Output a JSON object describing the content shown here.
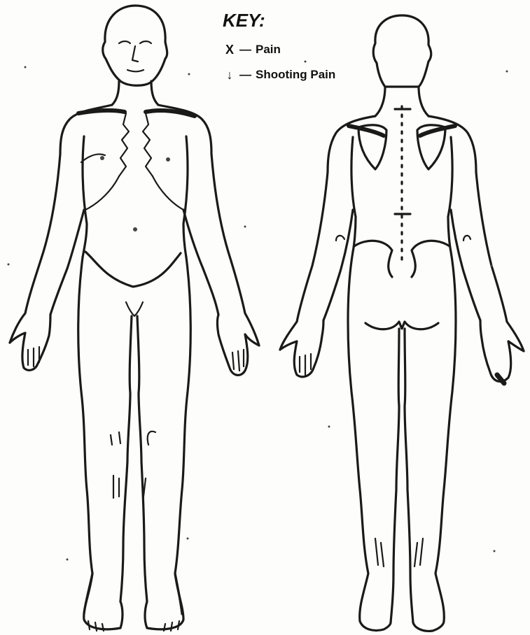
{
  "key": {
    "title": "KEY:",
    "items": [
      {
        "symbol": "X",
        "separator": "—",
        "label": "Pain",
        "icon": "x-mark-icon"
      },
      {
        "symbol": "↓",
        "separator": "—",
        "label": "Shooting Pain",
        "icon": "down-arrow-icon"
      }
    ]
  },
  "figures": [
    {
      "view": "front",
      "icon": "body-front-icon"
    },
    {
      "view": "back",
      "icon": "body-back-icon"
    }
  ],
  "colors": {
    "ink": "#1a1a1a",
    "paper": "#fdfdfb"
  }
}
